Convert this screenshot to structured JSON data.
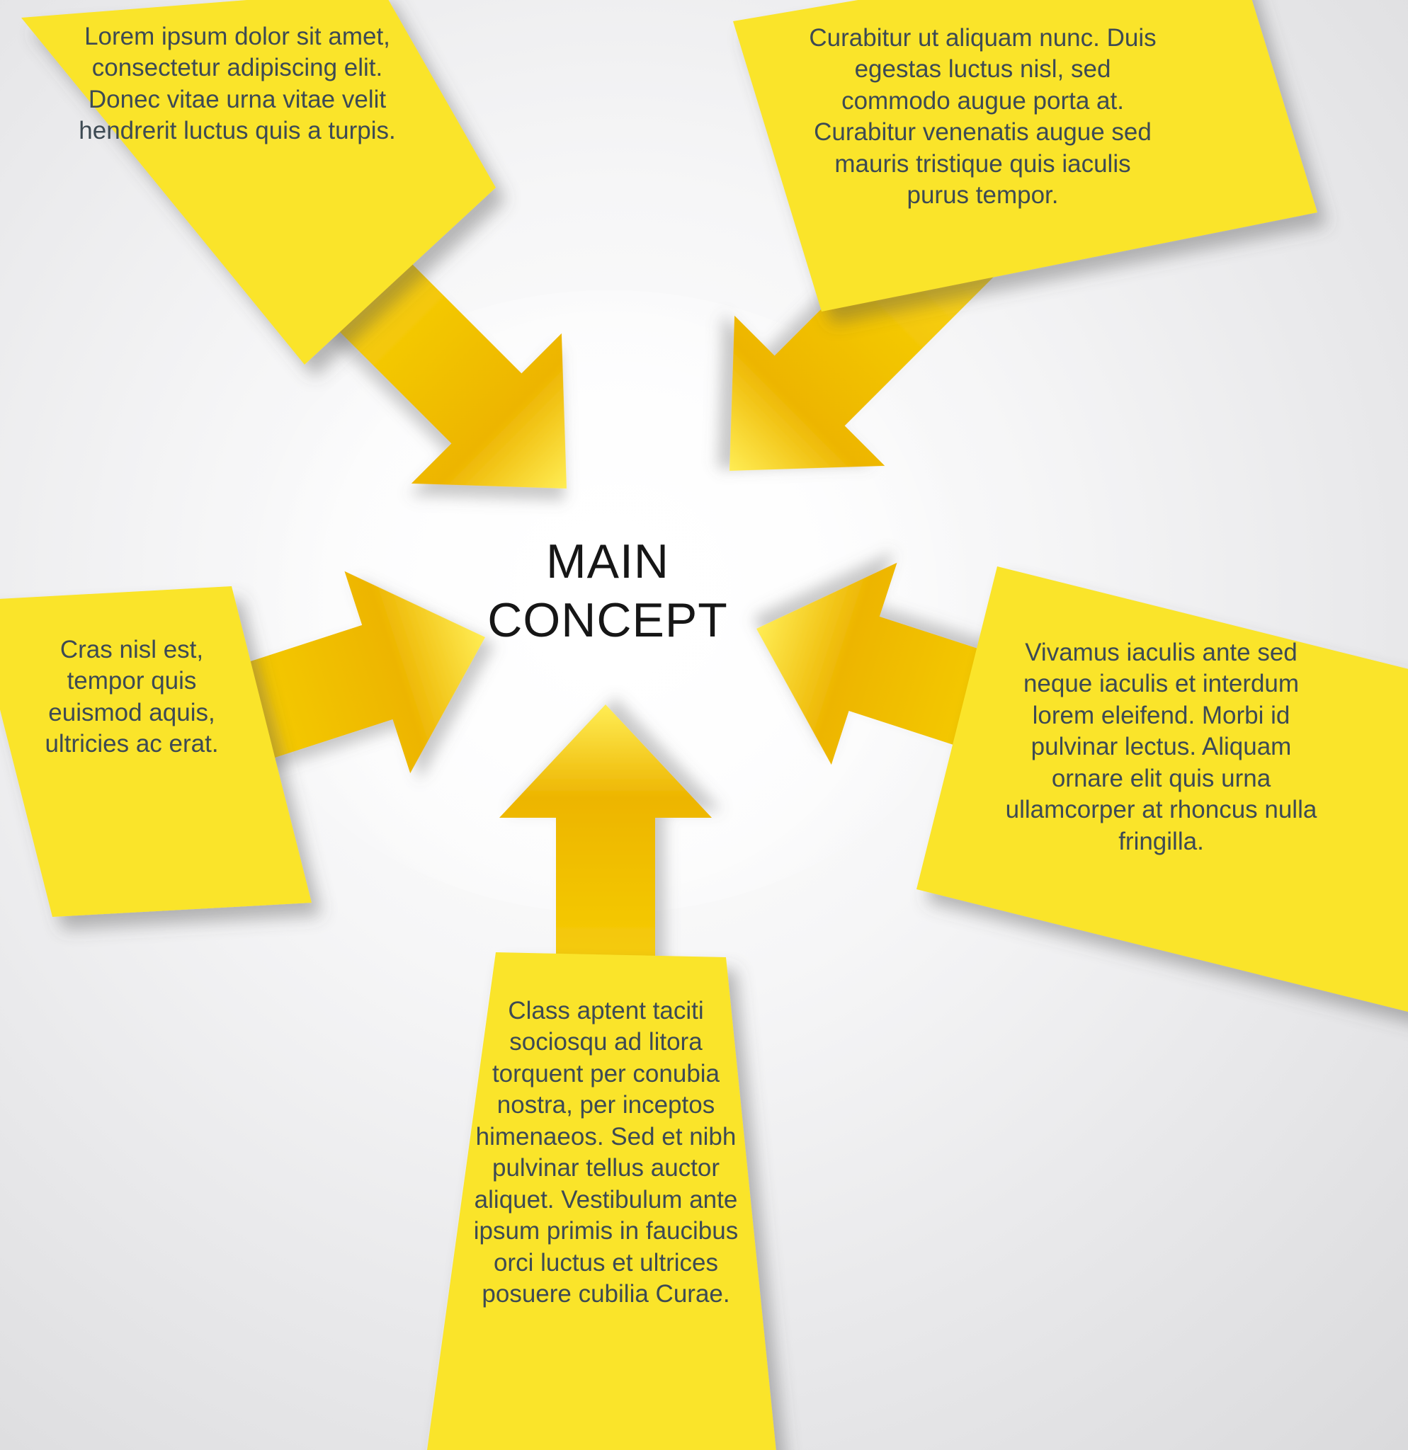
{
  "title": {
    "line1": "MAIN",
    "line2": "CONCEPT"
  },
  "notes": {
    "top_left": {
      "text": "Lorem ipsum dolor sit amet, consectetur adipiscing elit. Donec vitae urna vitae velit hendrerit luctus quis a turpis."
    },
    "top_right": {
      "text": "Curabitur ut aliquam nunc. Duis egestas luctus nisl, sed commodo augue porta at. Curabitur venenatis augue sed mauris tristique quis iaculis purus tempor."
    },
    "left": {
      "text": "Cras nisl est, tempor quis euismod aquis, ultricies ac erat."
    },
    "right": {
      "text": "Vivamus iaculis ante sed neque iaculis et interdum lorem eleifend. Morbi id pulvinar lectus. Aliquam ornare elit quis urna ullamcorper at rhoncus nulla fringilla."
    },
    "bottom": {
      "text": "Class aptent taciti sociosqu ad litora torquent per conubia nostra, per inceptos himenaeos. Sed et nibh pulvinar tellus auctor aliquet. Vestibulum ante ipsum primis in faucibus orci luctus et ultrices posuere cubilia Curae."
    }
  },
  "colors": {
    "card": "#fae42a",
    "arrow_tail": "#ffe448",
    "arrow_mid": "#f3c603",
    "arrow_dark": "#edb500",
    "arrow_tip": "#ffed55",
    "note_text": "#3d4a54",
    "title_text": "#161616"
  }
}
